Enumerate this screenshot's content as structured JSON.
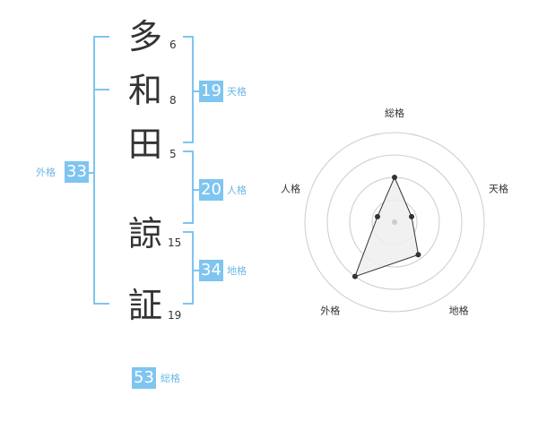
{
  "name": {
    "surname": [
      {
        "char": "多",
        "strokes": "6"
      },
      {
        "char": "和",
        "strokes": "8"
      },
      {
        "char": "田",
        "strokes": "5"
      }
    ],
    "given": [
      {
        "char": "諒",
        "strokes": "15"
      },
      {
        "char": "証",
        "strokes": "19"
      }
    ]
  },
  "kaku": {
    "ten": {
      "label": "天格",
      "value": "19"
    },
    "jin": {
      "label": "人格",
      "value": "20"
    },
    "chi": {
      "label": "地格",
      "value": "34"
    },
    "gai": {
      "label": "外格",
      "value": "33"
    },
    "sou": {
      "label": "総格",
      "value": "53"
    }
  },
  "radar": {
    "axes": [
      "総格",
      "天格",
      "地格",
      "外格",
      "人格"
    ],
    "values": [
      0.5,
      0.2,
      0.45,
      0.75,
      0.2
    ],
    "rings": 4,
    "fill_color": "#eeeeee",
    "line_color": "#333333",
    "ring_color": "#cccccc"
  },
  "colors": {
    "accent": "#7ec5f0",
    "text": "#333333"
  }
}
